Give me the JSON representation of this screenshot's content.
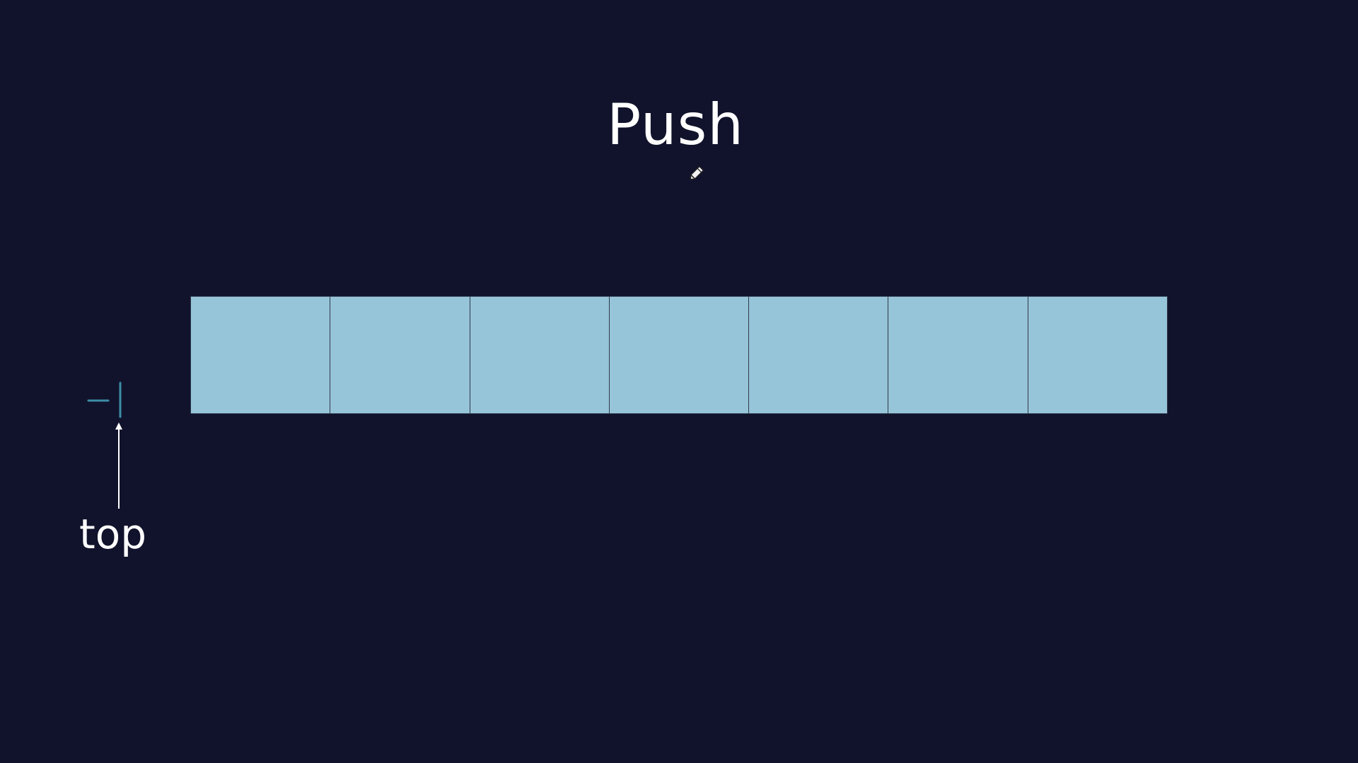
{
  "title": "Push",
  "array": {
    "cells": [
      "",
      "",
      "",
      "",
      "",
      "",
      ""
    ],
    "cell_color": "#96c4d8"
  },
  "pointer": {
    "label": "top",
    "index_value": "-1",
    "index_color": "#3d8da6"
  },
  "cursor": {
    "icon": "pencil-icon"
  }
}
